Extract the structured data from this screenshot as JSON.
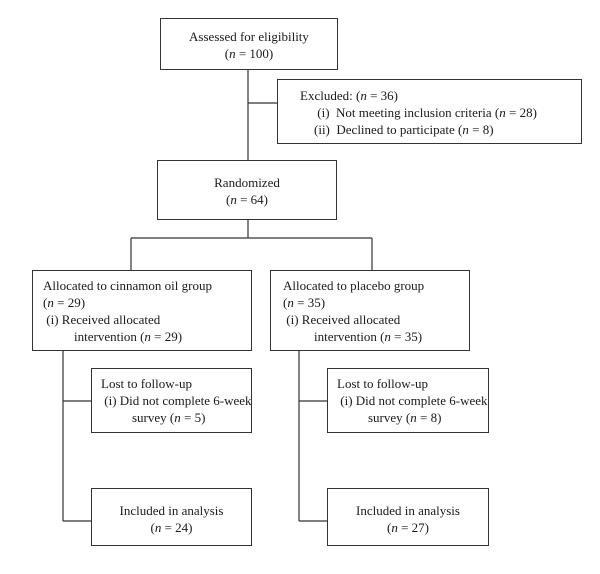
{
  "n_label": "n",
  "assessed": {
    "title": "Assessed for eligibility",
    "count": "100"
  },
  "excluded": {
    "title": "Excluded:",
    "count": "36",
    "items": [
      {
        "marker": "(i)",
        "text": "Not meeting inclusion criteria",
        "count": "28"
      },
      {
        "marker": "(ii)",
        "text": "Declined to participate",
        "count": "8"
      }
    ]
  },
  "randomized": {
    "title": "Randomized",
    "count": "64"
  },
  "groups": [
    {
      "allocated_title": "Allocated to cinnamon oil group",
      "allocated_count": "29",
      "received_marker": "(i)",
      "received_line1": "Received allocated",
      "received_line2": "intervention",
      "received_count": "29",
      "lost_title": "Lost to follow-up",
      "lost_marker": "(i)",
      "lost_line1": "Did not complete 6-week",
      "lost_line2": "survey",
      "lost_count": "5",
      "included_title": "Included in analysis",
      "included_count": "24"
    },
    {
      "allocated_title": "Allocated to placebo group",
      "allocated_count": "35",
      "received_marker": "(i)",
      "received_line1": "Received allocated",
      "received_line2": "intervention",
      "received_count": "35",
      "lost_title": "Lost to follow-up",
      "lost_marker": "(i)",
      "lost_line1": "Did not complete 6-week",
      "lost_line2": "survey",
      "lost_count": "8",
      "included_title": "Included in analysis",
      "included_count": "27"
    }
  ],
  "colors": {
    "line": "#333333",
    "text": "#1a1a1a",
    "background": "#ffffff"
  }
}
